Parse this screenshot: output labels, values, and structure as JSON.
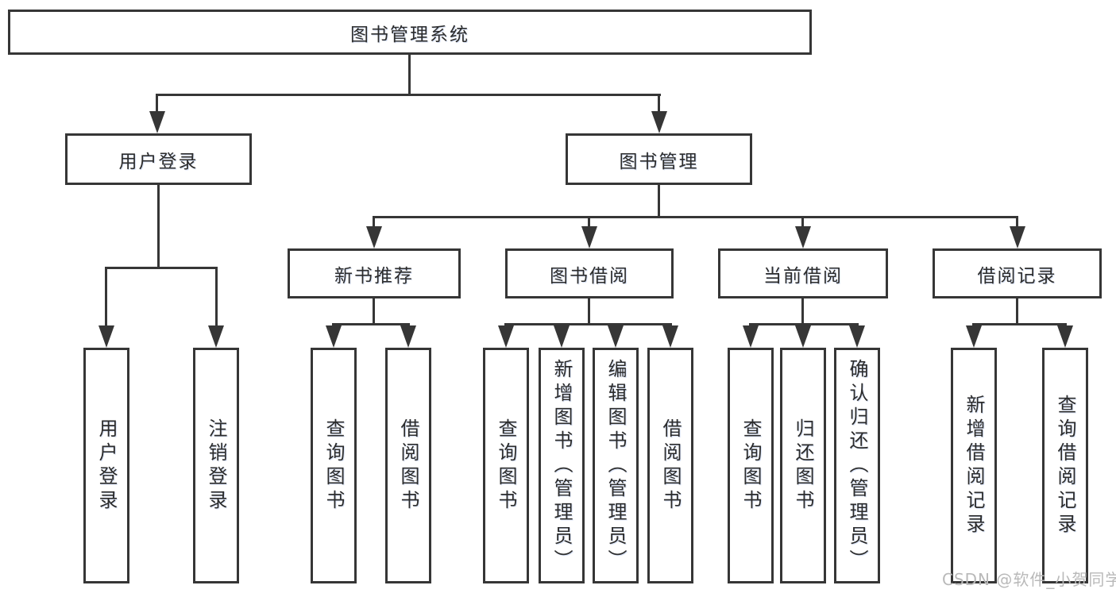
{
  "colors": {
    "background": "#ffffff",
    "line": "#363636",
    "box_border": "#363636",
    "box_background": "#ffffff",
    "text": "#2c2c2c",
    "watermark": "#b9b9b9"
  },
  "diagram": {
    "root": {
      "label": "图书管理系统"
    },
    "level2": [
      {
        "label": "用户登录"
      },
      {
        "label": "图书管理"
      }
    ],
    "level3": [
      {
        "label": "新书推荐"
      },
      {
        "label": "图书借阅"
      },
      {
        "label": "当前借阅"
      },
      {
        "label": "借阅记录"
      }
    ],
    "leaves": [
      {
        "label": "用户登录"
      },
      {
        "label": "注销登录"
      },
      {
        "label": "查询图书"
      },
      {
        "label": "借阅图书"
      },
      {
        "label": "查询图书"
      },
      {
        "label": "新增图书（管理员）"
      },
      {
        "label": "编辑图书（管理员）"
      },
      {
        "label": "借阅图书"
      },
      {
        "label": "查询图书"
      },
      {
        "label": "归还图书"
      },
      {
        "label": "确认归还（管理员）"
      },
      {
        "label": "新增借阅记录"
      },
      {
        "label": "查询借阅记录"
      }
    ]
  },
  "watermark": {
    "text": "CSDN @软件_小贺同学"
  }
}
